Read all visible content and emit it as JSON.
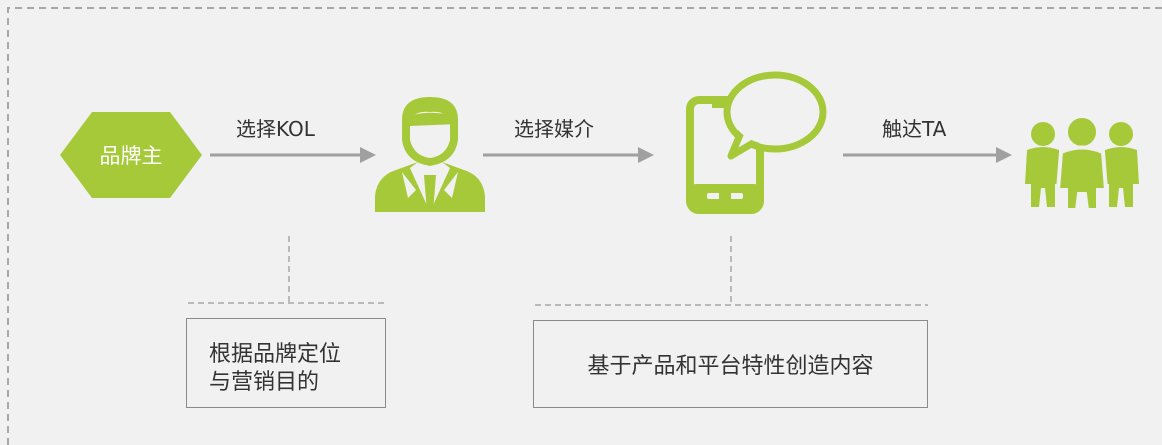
{
  "diagram": {
    "colors": {
      "accent_green": "#a6c93a",
      "arrow_gray": "#a0a0a0",
      "dash_gray": "#a8a8a8",
      "background": "#f1f1f1"
    },
    "nodes": {
      "brand_owner": {
        "label": "品牌主",
        "icon": "hexagon-shape"
      },
      "kol": {
        "icon": "business-person-icon"
      },
      "media": {
        "icon": "smartphone-chat-icon"
      },
      "target_audience": {
        "icon": "people-group-icon"
      }
    },
    "steps": {
      "choose_kol": "选择KOL",
      "choose_media": "选择媒介",
      "reach_ta": "触达TA"
    },
    "notes": {
      "kol_note": [
        "根据品牌定位",
        "与营销目的"
      ],
      "media_note": "基于产品和平台特性创造内容"
    }
  }
}
